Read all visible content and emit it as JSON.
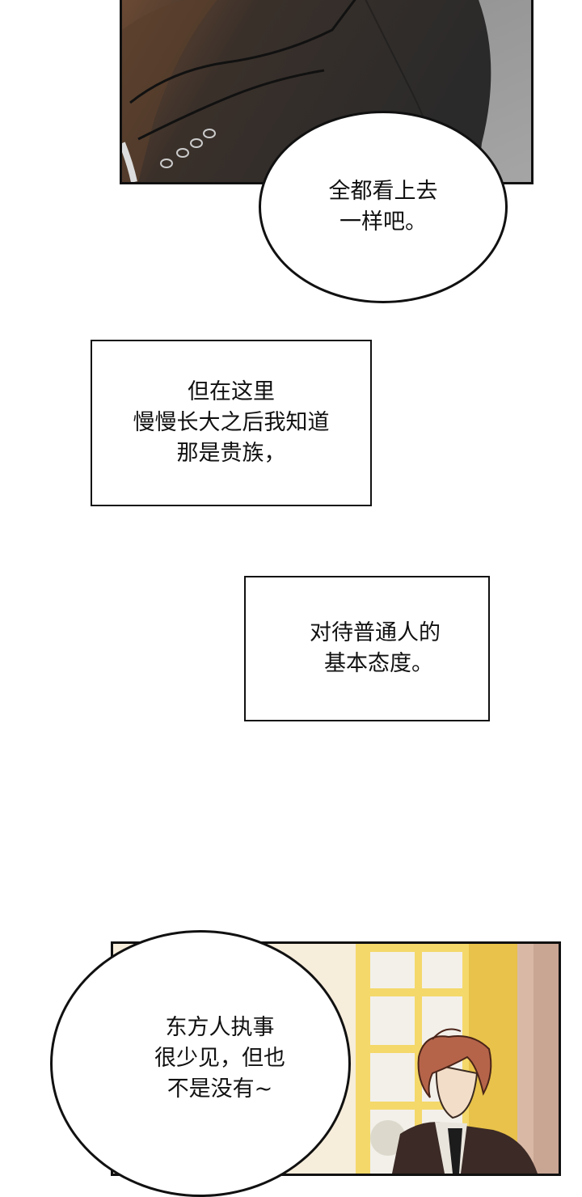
{
  "bubble_top": {
    "lines": [
      "全都看上去",
      "一样吧。"
    ]
  },
  "caption_nobles": {
    "lines": [
      "但在这里",
      "慢慢长大之后我知道",
      "那是贵族，"
    ]
  },
  "caption_attitude": {
    "lines": [
      "对待普通人的",
      "基本态度。"
    ]
  },
  "bubble_bottom": {
    "lines": [
      "东方人执事",
      "很少见，但也",
      "不是没有~"
    ]
  }
}
